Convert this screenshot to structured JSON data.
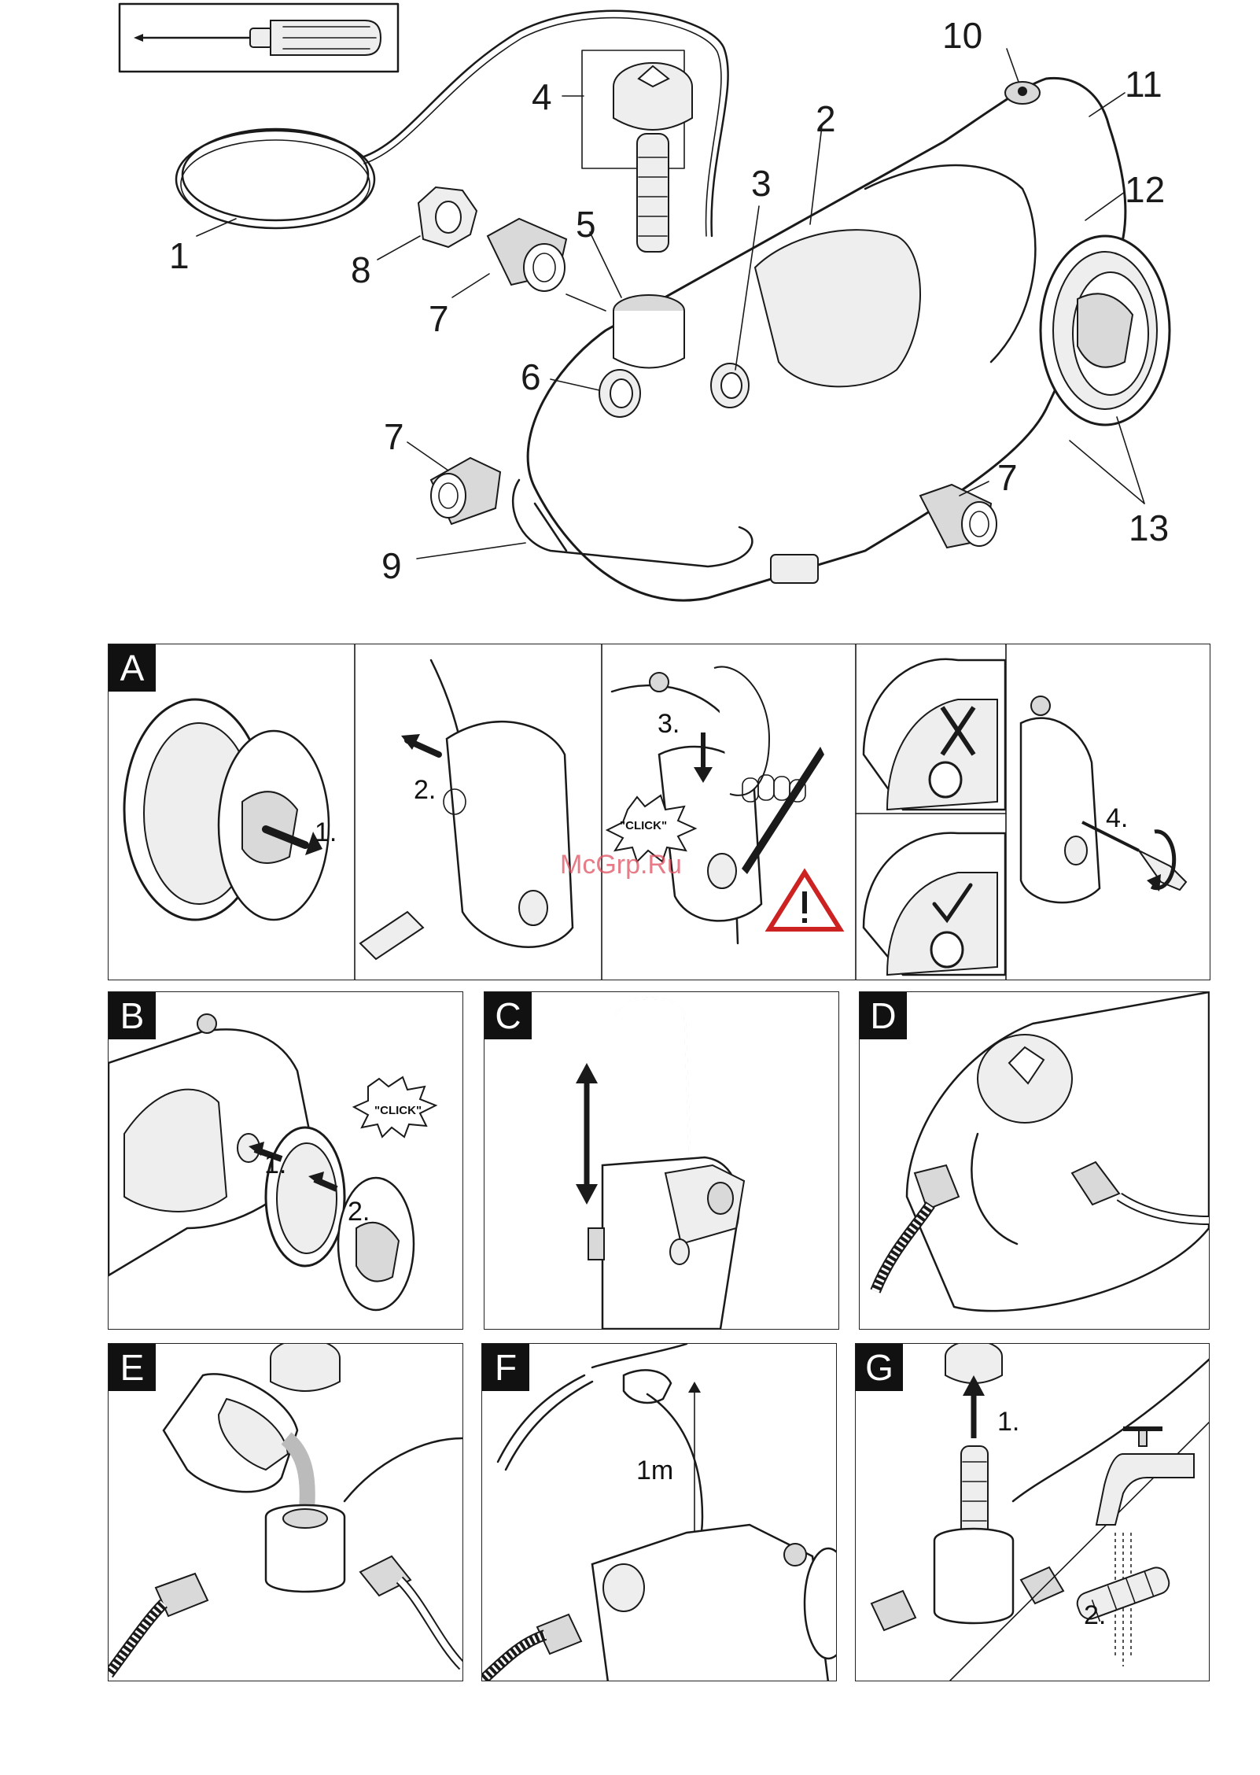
{
  "callouts": [
    {
      "id": "1",
      "label": "1"
    },
    {
      "id": "2",
      "label": "2"
    },
    {
      "id": "3",
      "label": "3"
    },
    {
      "id": "4",
      "label": "4"
    },
    {
      "id": "5",
      "label": "5"
    },
    {
      "id": "6",
      "label": "6"
    },
    {
      "id": "7a",
      "label": "7"
    },
    {
      "id": "7b",
      "label": "7"
    },
    {
      "id": "7c",
      "label": "7"
    },
    {
      "id": "8",
      "label": "8"
    },
    {
      "id": "9",
      "label": "9"
    },
    {
      "id": "10",
      "label": "10"
    },
    {
      "id": "11",
      "label": "11"
    },
    {
      "id": "12",
      "label": "12"
    },
    {
      "id": "13",
      "label": "13"
    }
  ],
  "panels": {
    "A": {
      "letter": "A",
      "step1": "1.",
      "step2": "2.",
      "step3": "3.",
      "step4": "4.",
      "click": "\"CLICK\""
    },
    "B": {
      "letter": "B",
      "step1": "1.",
      "step2": "2.",
      "click": "\"CLICK\""
    },
    "C": {
      "letter": "C"
    },
    "D": {
      "letter": "D"
    },
    "E": {
      "letter": "E"
    },
    "F": {
      "letter": "F",
      "distance": "1m"
    },
    "G": {
      "letter": "G",
      "step1": "1.",
      "step2": "2."
    }
  },
  "watermark": "McGrp.Ru",
  "icons": [
    "screwdriver-icon",
    "warning-triangle-icon",
    "cross-mark-icon",
    "check-mark-icon",
    "rotate-arrows-icon",
    "faucet-icon"
  ],
  "colors": {
    "line": "#1a1a1a",
    "panel_letter_bg": "#111111",
    "warning_red": "#cc2222",
    "watermark": "#e05060"
  }
}
